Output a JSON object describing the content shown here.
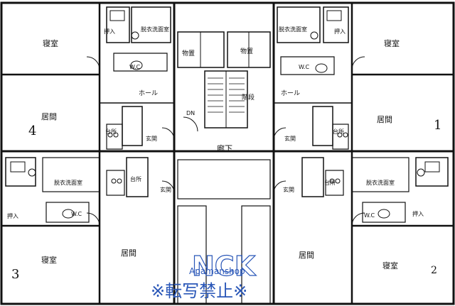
{
  "units": {
    "u4": {
      "number": "4",
      "bedroom": "寝室",
      "living": "居間",
      "closet": "押入",
      "wc": "W.C",
      "washroom": "脱衣洗面室",
      "hall": "ホール",
      "kitchen": "台所",
      "entrance": "玄関"
    },
    "u1": {
      "number": "1",
      "bedroom": "寝室",
      "living": "居間",
      "closet": "押入",
      "wc": "W.C",
      "washroom": "脱衣洗面室",
      "hall": "ホール",
      "kitchen": "台所",
      "entrance": "玄関"
    },
    "u3": {
      "number": "3",
      "bedroom": "寝室",
      "living": "居間",
      "closet": "押入",
      "wc": "W.C",
      "washroom": "脱衣洗面室",
      "kitchen": "台所",
      "entrance": "玄関"
    },
    "u2": {
      "number": "2",
      "bedroom": "寝室",
      "living": "居間",
      "closet": "押入",
      "wc": "W.C",
      "washroom": "脱衣洗面室",
      "kitchen": "台所",
      "entrance": "玄関"
    }
  },
  "common": {
    "storage_left": "物置",
    "storage_right": "物置",
    "stairs": "階段",
    "corridor": "廊下",
    "dn": "DN"
  },
  "watermark": {
    "logo": "NCK",
    "brand": "Apamanshop",
    "notice": "※転写禁止※"
  }
}
